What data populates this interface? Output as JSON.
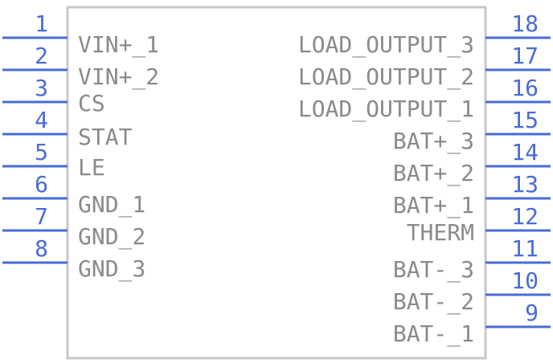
{
  "component": {
    "left_pins": [
      {
        "number": "1",
        "label": "VIN+_1"
      },
      {
        "number": "2",
        "label": "VIN+_2"
      },
      {
        "number": "3",
        "label": "CS"
      },
      {
        "number": "4",
        "label": "STAT"
      },
      {
        "number": "5",
        "label": "LE"
      },
      {
        "number": "6",
        "label": "GND_1"
      },
      {
        "number": "7",
        "label": "GND_2"
      },
      {
        "number": "8",
        "label": "GND_3"
      }
    ],
    "right_pins": [
      {
        "number": "18",
        "label": "LOAD_OUTPUT_3"
      },
      {
        "number": "17",
        "label": "LOAD_OUTPUT_2"
      },
      {
        "number": "16",
        "label": "LOAD_OUTPUT_1"
      },
      {
        "number": "15",
        "label": "BAT+_3"
      },
      {
        "number": "14",
        "label": "BAT+_2"
      },
      {
        "number": "13",
        "label": "BAT+_1"
      },
      {
        "number": "12",
        "label": "THERM"
      },
      {
        "number": "11",
        "label": "BAT-_3"
      },
      {
        "number": "10",
        "label": "BAT-_2"
      },
      {
        "number": "9",
        "label": "BAT-_1"
      }
    ]
  },
  "colors": {
    "pin": "#4a6bd6",
    "label": "#8a8a8a",
    "outline": "#c8c8c8"
  }
}
